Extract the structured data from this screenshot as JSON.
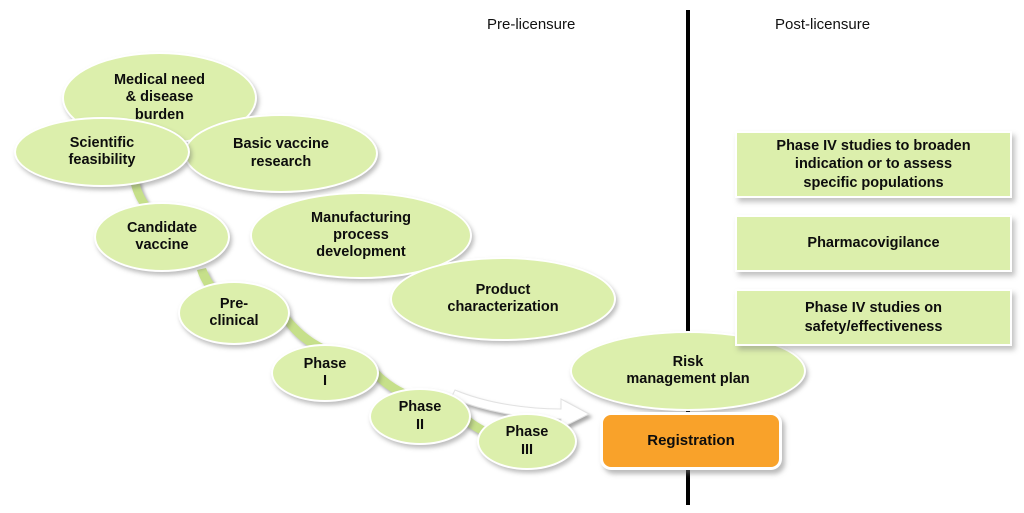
{
  "header": {
    "pre_label": "Pre-licensure",
    "post_label": "Post-licensure"
  },
  "colors": {
    "node_fill": "#dcefac",
    "registration_fill": "#f9a22a",
    "connector": "#c6e08a",
    "divider": "#000000",
    "text": "#0d0d0d",
    "background": "#ffffff"
  },
  "pipeline": {
    "nodes": [
      {
        "id": "medical-need",
        "label": "Medical need\n& disease\nburden",
        "shape": "ellipse"
      },
      {
        "id": "scientific-feasibility",
        "label": "Scientific\nfeasibility",
        "shape": "ellipse"
      },
      {
        "id": "basic-vaccine-research",
        "label": "Basic vaccine\nresearch",
        "shape": "ellipse"
      },
      {
        "id": "candidate-vaccine",
        "label": "Candidate\nvaccine",
        "shape": "ellipse"
      },
      {
        "id": "manufacturing-process",
        "label": "Manufacturing\nprocess\ndevelopment",
        "shape": "ellipse"
      },
      {
        "id": "pre-clinical",
        "label": "Pre-\nclinical",
        "shape": "ellipse"
      },
      {
        "id": "product-characterization",
        "label": "Product\ncharacterization",
        "shape": "ellipse"
      },
      {
        "id": "phase-i",
        "label": "Phase\nI",
        "shape": "ellipse"
      },
      {
        "id": "phase-ii",
        "label": "Phase\nII",
        "shape": "ellipse"
      },
      {
        "id": "phase-iii",
        "label": "Phase\nIII",
        "shape": "ellipse"
      },
      {
        "id": "risk-management-plan",
        "label": "Risk\nmanagement plan",
        "shape": "ellipse"
      },
      {
        "id": "registration",
        "label": "Registration",
        "shape": "rounded-rect"
      }
    ]
  },
  "post_licensure": {
    "boxes": [
      {
        "id": "phase-iv-broaden",
        "label": "Phase IV studies to broaden\nindication or to assess\nspecific populations"
      },
      {
        "id": "pharmacovigilance",
        "label": "Pharmacovigilance"
      },
      {
        "id": "phase-iv-safety",
        "label": "Phase IV studies on\nsafety/effectiveness"
      }
    ]
  },
  "chart_data": {
    "type": "diagram",
    "title": "Vaccine development pipeline: pre-licensure to post-licensure",
    "stages_pre_licensure": [
      "Medical need & disease burden",
      "Scientific feasibility",
      "Basic vaccine research",
      "Candidate vaccine",
      "Manufacturing process development",
      "Pre-clinical",
      "Product characterization",
      "Phase I",
      "Phase II",
      "Phase III",
      "Risk management plan",
      "Registration"
    ],
    "stages_post_licensure": [
      "Phase IV studies to broaden indication or to assess specific populations",
      "Pharmacovigilance",
      "Phase IV studies on safety/effectiveness"
    ],
    "flow": "Scientific feasibility -> Candidate vaccine -> Pre-clinical -> Phase I -> Phase II -> Phase III -> Registration"
  }
}
